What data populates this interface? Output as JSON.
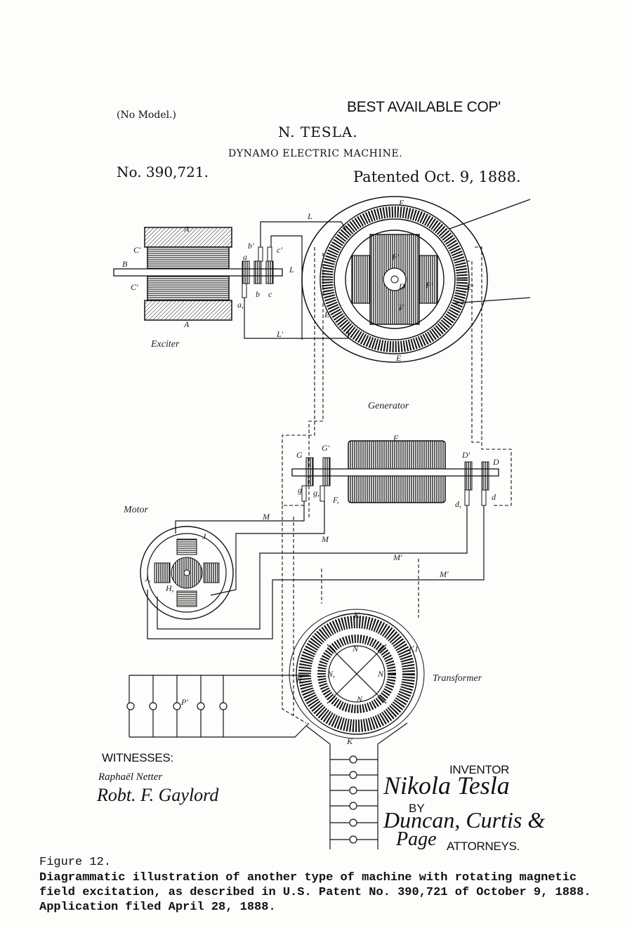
{
  "header": {
    "no_model": "(No Model.)",
    "best_copy": "BEST AVAILABLE COP'",
    "inventor": "N. TESLA.",
    "title": "DYNAMO ELECTRIC MACHINE.",
    "patent_no": "No. 390,721.",
    "patented": "Patented Oct. 9, 1888."
  },
  "drawing": {
    "section_labels": {
      "exciter": "Exciter",
      "generator": "Generator",
      "motor": "Motor",
      "transformer": "Transformer"
    },
    "letters": {
      "A_top": "A",
      "A_bottom": "A",
      "B": "B",
      "C_top": "C'",
      "C_mid": "C'",
      "a": "a",
      "a1": "a,",
      "b": "b",
      "b1": "b'",
      "c": "c",
      "c1": "c'",
      "L_top": "L",
      "L_mid": "L",
      "L_bottom": "L'",
      "E_top": "E",
      "E_bottom": "E",
      "E_right": "E'",
      "E_left": "E,",
      "D_gen": "D",
      "F_gen_left": "F'",
      "F_gen_bottom": "F",
      "F_gen_right": "F'",
      "F_motor_shaft": "F",
      "F_motor_sub": "F,",
      "G_left": "G",
      "G1": "G'",
      "g": "g",
      "g1": "g,",
      "D_right": "D",
      "D1": "D'",
      "d": "d",
      "d1": "d,",
      "M_1": "M",
      "M_2": "M",
      "M3": "M'",
      "M4": "M'",
      "J": "J",
      "J1": "J,",
      "H": "H,",
      "K_top": "K",
      "K_right": "K1",
      "K_left": "K,",
      "K_bottom": "K",
      "N_top": "N",
      "N_left": "N,",
      "N_right": "N'",
      "N_bottom": "N",
      "P1": "P'"
    }
  },
  "signatures": {
    "witnesses_label": "WITNESSES:",
    "witness_1": "Raphaël Netter",
    "witness_2": "Robt. F. Gaylord",
    "inventor_label": "INVENTOR",
    "inventor_signature": "Nikola Tesla",
    "by_label": "BY",
    "attorney_signature_1": "Duncan, Curtis &",
    "attorney_signature_2": "Page",
    "attorneys_label": "ATTORNEYS."
  },
  "caption": {
    "label": "Figure 12.",
    "text": "Diagrammatic illustration of another type of machine with rotating magnetic field excitation, as described in U.S. Patent No. 390,721 of October 9, 1888.  Application filed April 28, 1888."
  }
}
